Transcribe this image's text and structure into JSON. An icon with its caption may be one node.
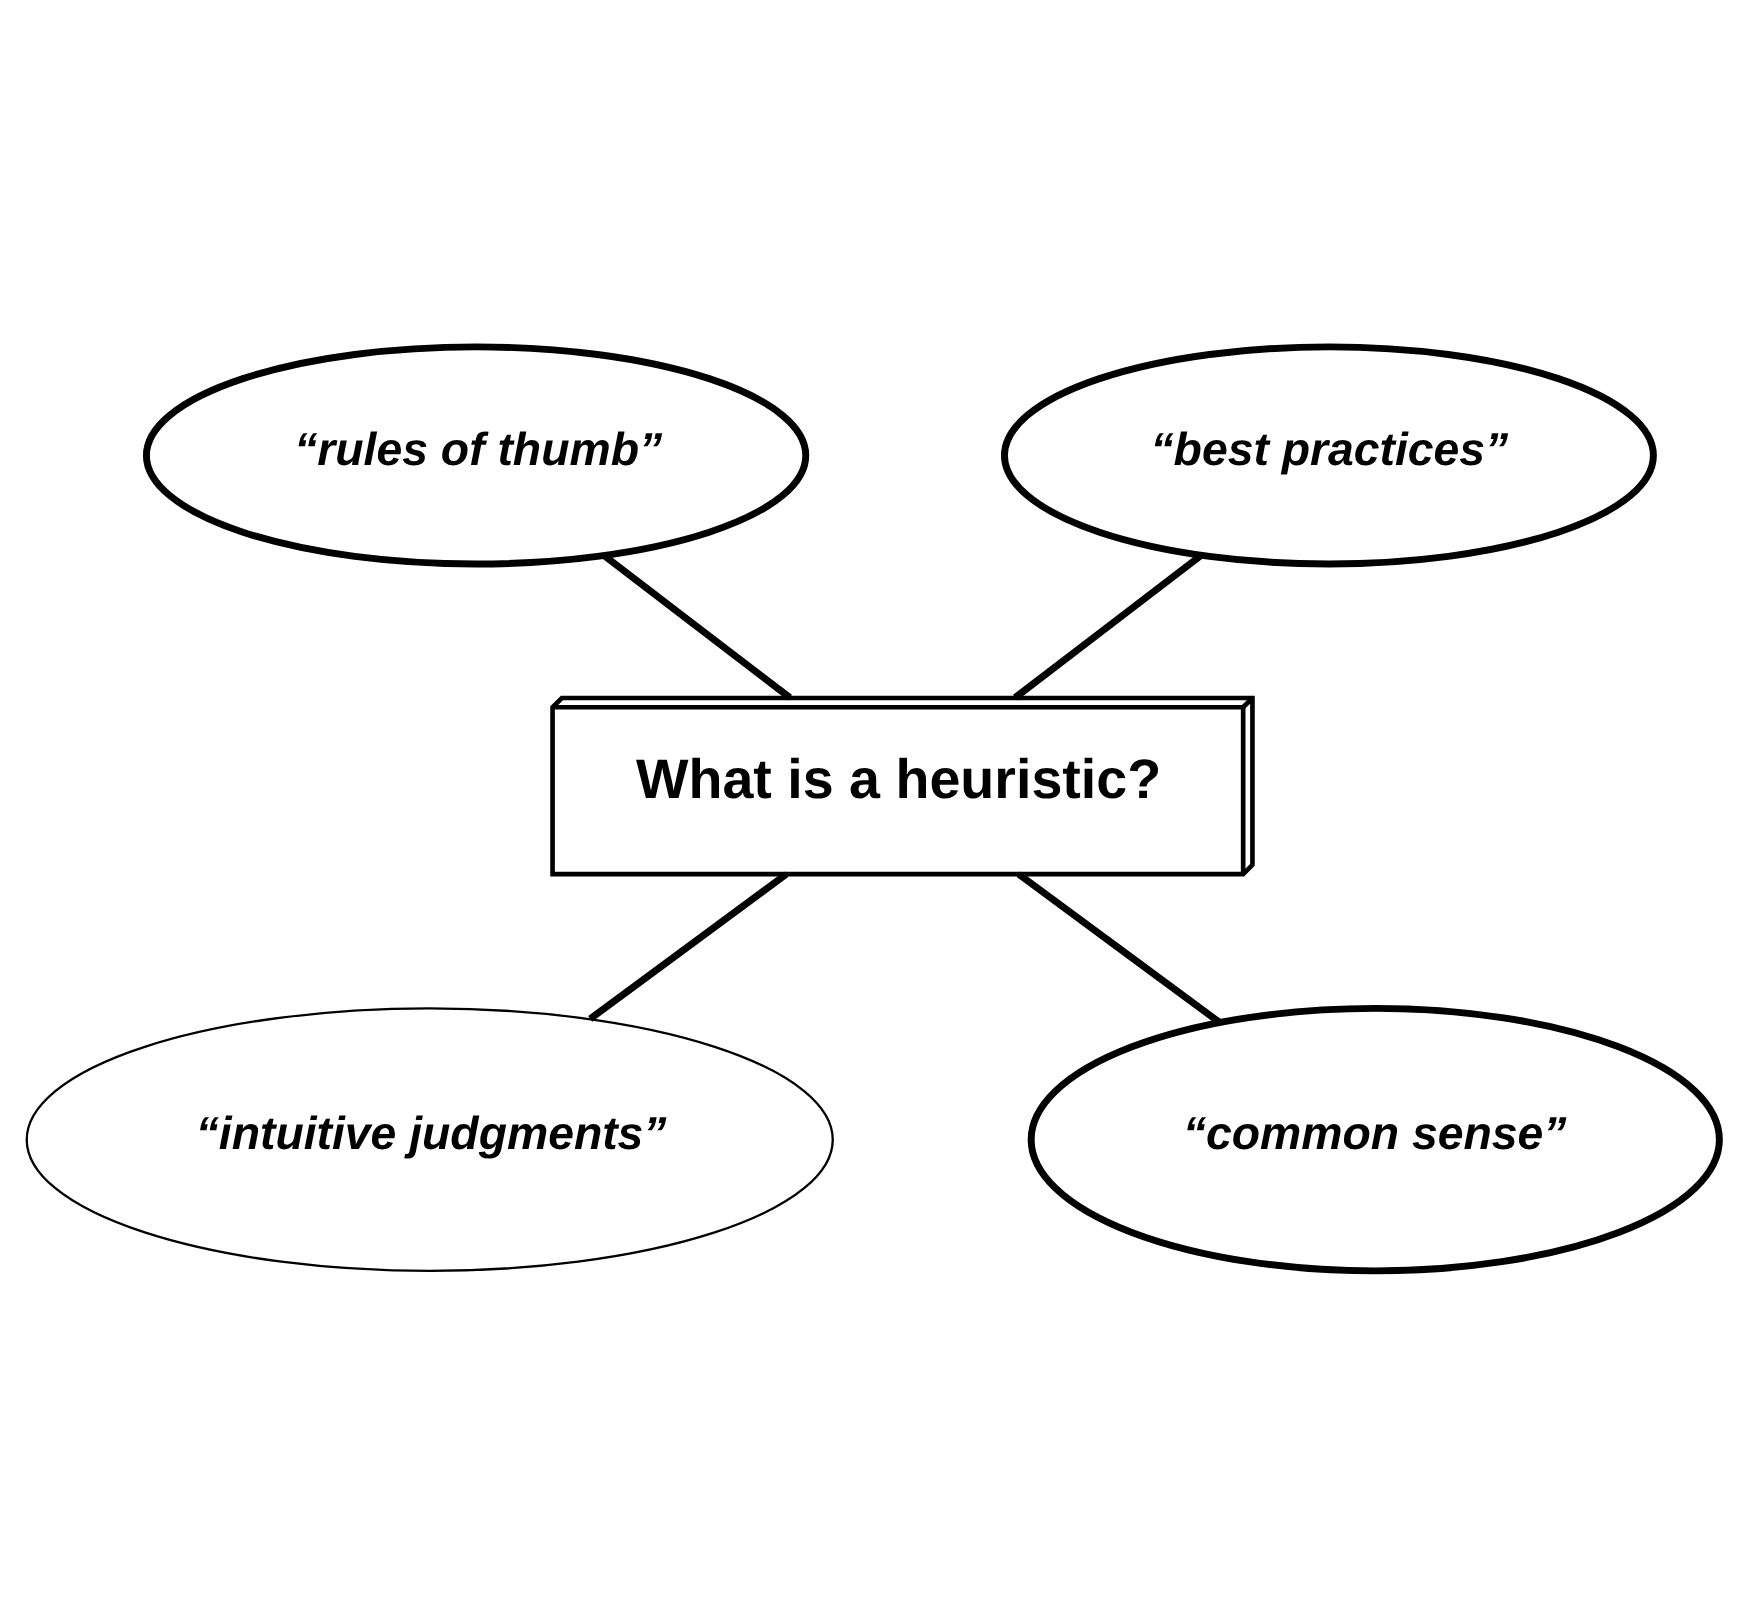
{
  "diagram": {
    "nodes": [
      {
        "text": [
          "What is a heuristic?"
        ]
      },
      {
        "text": [
          "“rules of thumb”"
        ]
      },
      {
        "text": [
          "“best practices”"
        ]
      },
      {
        "text": [
          "“intuitive judgments”"
        ]
      },
      {
        "text": [
          "“common sense”"
        ]
      }
    ],
    "edges": [
      {
        "from": 1,
        "to": 0,
        "arrow": "none"
      },
      {
        "from": 2,
        "to": 0,
        "arrow": "none"
      },
      {
        "from": 0,
        "to": 3,
        "arrow": "none"
      },
      {
        "from": 0,
        "to": 4,
        "arrow": "none"
      }
    ]
  }
}
